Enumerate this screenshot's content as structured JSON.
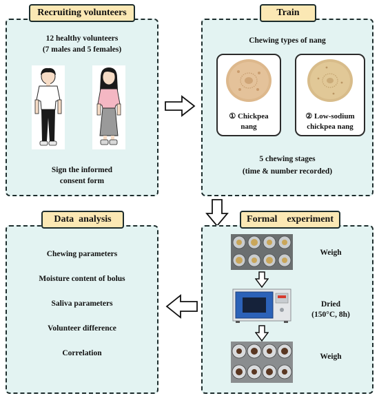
{
  "panels": {
    "recruit": {
      "title": "Recruiting volunteers",
      "line1": "12 healthy volunteers",
      "line2": "(7 males and 5 females)",
      "sign1": "Sign the informed",
      "sign2": "consent form"
    },
    "train": {
      "title": "Train",
      "header": "Chewing types of nang",
      "nang1_l1": "① Chickpea",
      "nang1_l2": "nang",
      "nang2_l1": "② Low-sodium",
      "nang2_l2": "chickpea nang",
      "stages1": "5 chewing stages",
      "stages2": "(time & number recorded)"
    },
    "formal": {
      "title": "Formal    experiment",
      "weigh1": "Weigh",
      "dried1": "Dried",
      "dried2": "(150°C, 8h)",
      "weigh2": "Weigh"
    },
    "analysis": {
      "title": "Data  analysis",
      "items": [
        "Chewing parameters",
        "Moisture content of bolus",
        "Saliva parameters",
        "Volunteer difference",
        "Correlation"
      ]
    }
  },
  "colors": {
    "panel_fill": "#e3f3f2",
    "title_fill": "#fbe8b4",
    "border": "#1c2c2c"
  }
}
